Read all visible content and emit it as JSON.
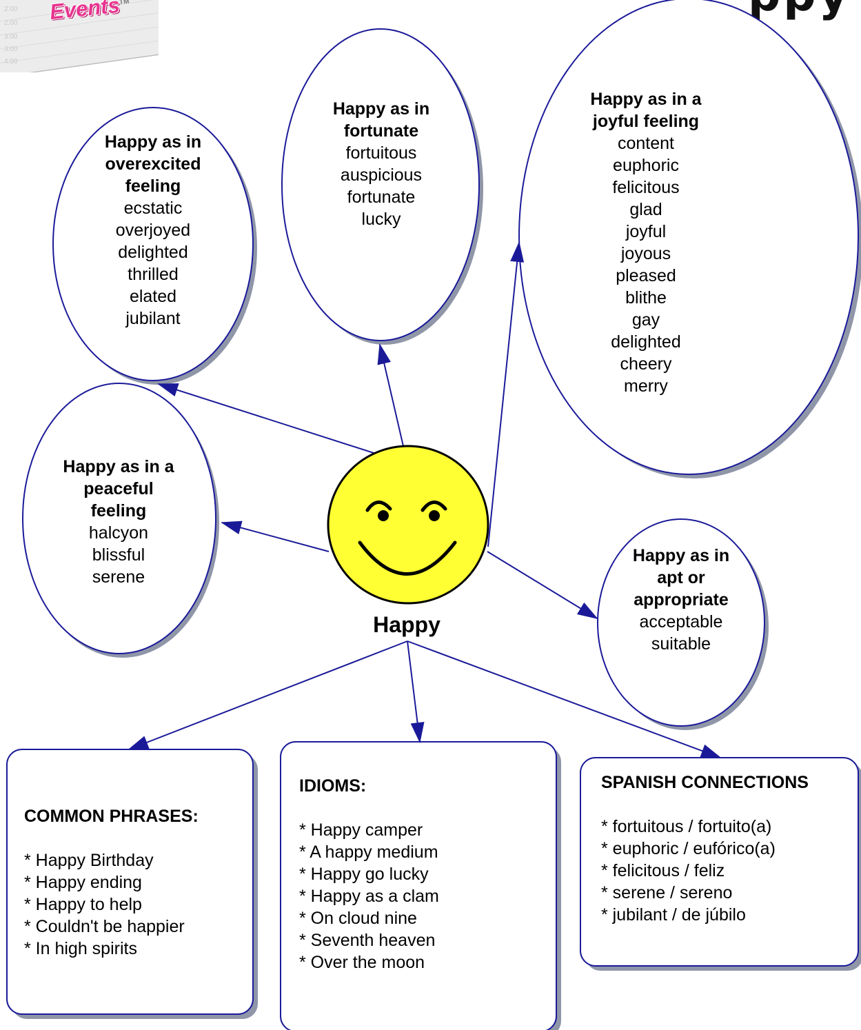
{
  "logo": {
    "word": "Events",
    "trademark": "TM",
    "times": [
      "2:00",
      "2:00",
      "3:00",
      "3:00",
      "4:00"
    ]
  },
  "corner_title_fragment": "ppy",
  "center": {
    "label": "Happy",
    "icon": "smiley-face-icon",
    "colors": {
      "face": "#ffff33",
      "outline": "#000000"
    }
  },
  "colors": {
    "stroke": "#1a1a99",
    "shadow": "#8f96a8",
    "arrow": "#1a1a99"
  },
  "ovals": {
    "overexcited": {
      "heading": [
        "Happy as in",
        "overexcited",
        "feeling"
      ],
      "items": [
        "ecstatic",
        "overjoyed",
        "delighted",
        "thrilled",
        "elated",
        "jubilant"
      ]
    },
    "fortunate": {
      "heading": [
        "Happy as in",
        "fortunate"
      ],
      "items": [
        "fortuitous",
        "auspicious",
        "fortunate",
        "lucky"
      ]
    },
    "joyful": {
      "heading": [
        "Happy as in a",
        "joyful feeling"
      ],
      "items": [
        "content",
        "euphoric",
        "felicitous",
        "glad",
        "joyful",
        "joyous",
        "pleased",
        "blithe",
        "gay",
        "delighted",
        "cheery",
        "merry"
      ]
    },
    "peaceful": {
      "heading": [
        "Happy as in a",
        "peaceful",
        "feeling"
      ],
      "items": [
        "halcyon",
        "blissful",
        "serene"
      ]
    },
    "apt": {
      "heading": [
        "Happy as in",
        "apt or",
        "appropriate"
      ],
      "items": [
        "acceptable",
        "suitable"
      ]
    }
  },
  "boxes": {
    "phrases": {
      "title": "COMMON PHRASES:",
      "items": [
        "* Happy Birthday",
        "* Happy ending",
        "* Happy to help",
        "* Couldn't be happier",
        "* In high spirits"
      ]
    },
    "idioms": {
      "title": "IDIOMS:",
      "items": [
        "* Happy camper",
        "* A happy medium",
        "* Happy go lucky",
        "* Happy as a clam",
        "* On cloud nine",
        "* Seventh heaven",
        "* Over the moon"
      ]
    },
    "spanish": {
      "title": "SPANISH CONNECTIONS",
      "items": [
        "* fortuitous / fortuito(a)",
        "* euphoric / eufórico(a)",
        "* felicitous / feliz",
        "* serene / sereno",
        "* jubilant / de júbilo"
      ]
    }
  }
}
